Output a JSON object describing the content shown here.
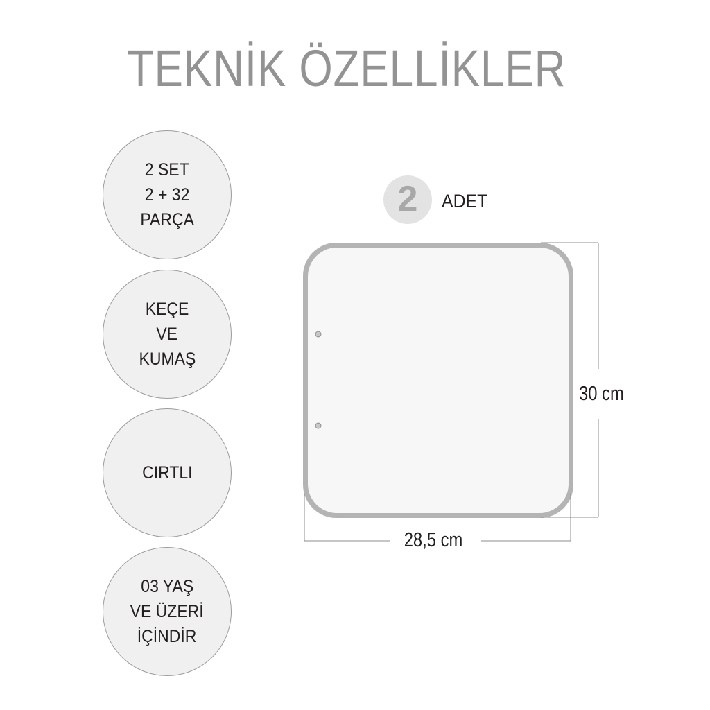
{
  "title": "TEKNİK ÖZELLİKLER",
  "features": [
    {
      "lines": [
        "2 SET",
        "2 + 32",
        "PARÇA"
      ]
    },
    {
      "lines": [
        "KEÇE",
        "VE",
        "KUMAŞ"
      ]
    },
    {
      "lines": [
        "CIRTLI"
      ]
    },
    {
      "lines": [
        "03 YAŞ",
        "VE ÜZERİ",
        "İÇİNDİR"
      ]
    }
  ],
  "quantity": {
    "number": "2",
    "label": "ADET"
  },
  "dimensions": {
    "height": "30 cm",
    "width": "28,5 cm"
  },
  "colors": {
    "title": "#939393",
    "circle_fill": "#f0f0f0",
    "panel_border": "#b4b4b4",
    "panel_fill": "#f7f7f7"
  }
}
